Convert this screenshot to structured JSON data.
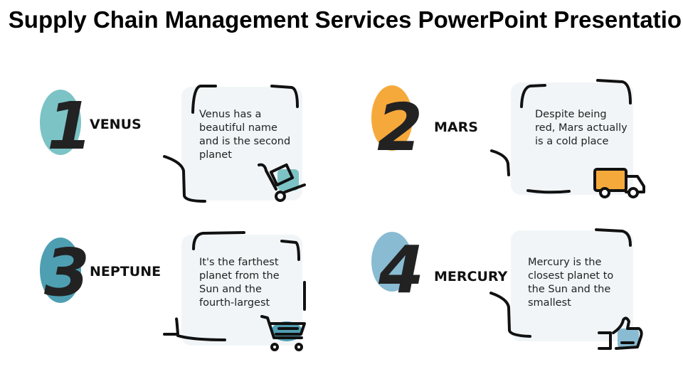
{
  "title": "Supply Chain Management Services PowerPoint Presentation",
  "items": [
    {
      "number": "1",
      "name": "VENUS",
      "text": "Venus has a beautiful name and is the second planet",
      "color": "#7cc3c6",
      "icon": "hand-truck-icon"
    },
    {
      "number": "2",
      "name": "MARS",
      "text": "Despite being red, Mars actually is a cold place",
      "color": "#f6a93b",
      "icon": "delivery-truck-icon"
    },
    {
      "number": "3",
      "name": "NEPTUNE",
      "text": "It's the farthest planet from the Sun and the fourth-largest",
      "color": "#4f9fb3",
      "icon": "shopping-cart-icon"
    },
    {
      "number": "4",
      "name": "MERCURY",
      "text": "Mercury is the closest planet to the Sun and the smallest",
      "color": "#89bcd3",
      "icon": "thumbs-up-icon"
    }
  ]
}
